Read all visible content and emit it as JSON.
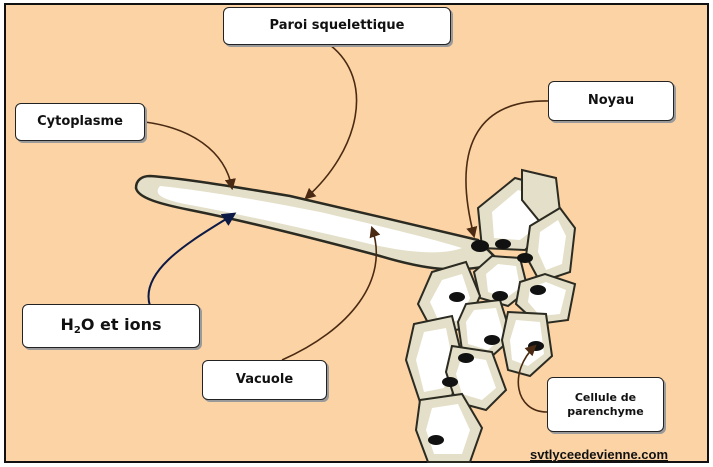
{
  "labels": {
    "paroi": "Paroi squelettique",
    "cytoplasme": "Cytoplasme",
    "noyau": "Noyau",
    "h2o_prefix": "H",
    "h2o_sub": "2",
    "h2o_suffix": "O et ions",
    "vacuole": "Vacuole",
    "cellule_line1": "Cellule de",
    "cellule_line2": "parenchyme"
  },
  "credit": "svtlyceedevienne.com",
  "colors": {
    "background": "#fcd3a5",
    "cell_wall": "#e4dfc8",
    "vacuole": "#ffffff",
    "nucleus": "#111111",
    "arrow_brown": "#4a2a12",
    "arrow_blue": "#0c1a45"
  },
  "icons": [
    "arrow-down-icon",
    "arrow-up-icon"
  ]
}
